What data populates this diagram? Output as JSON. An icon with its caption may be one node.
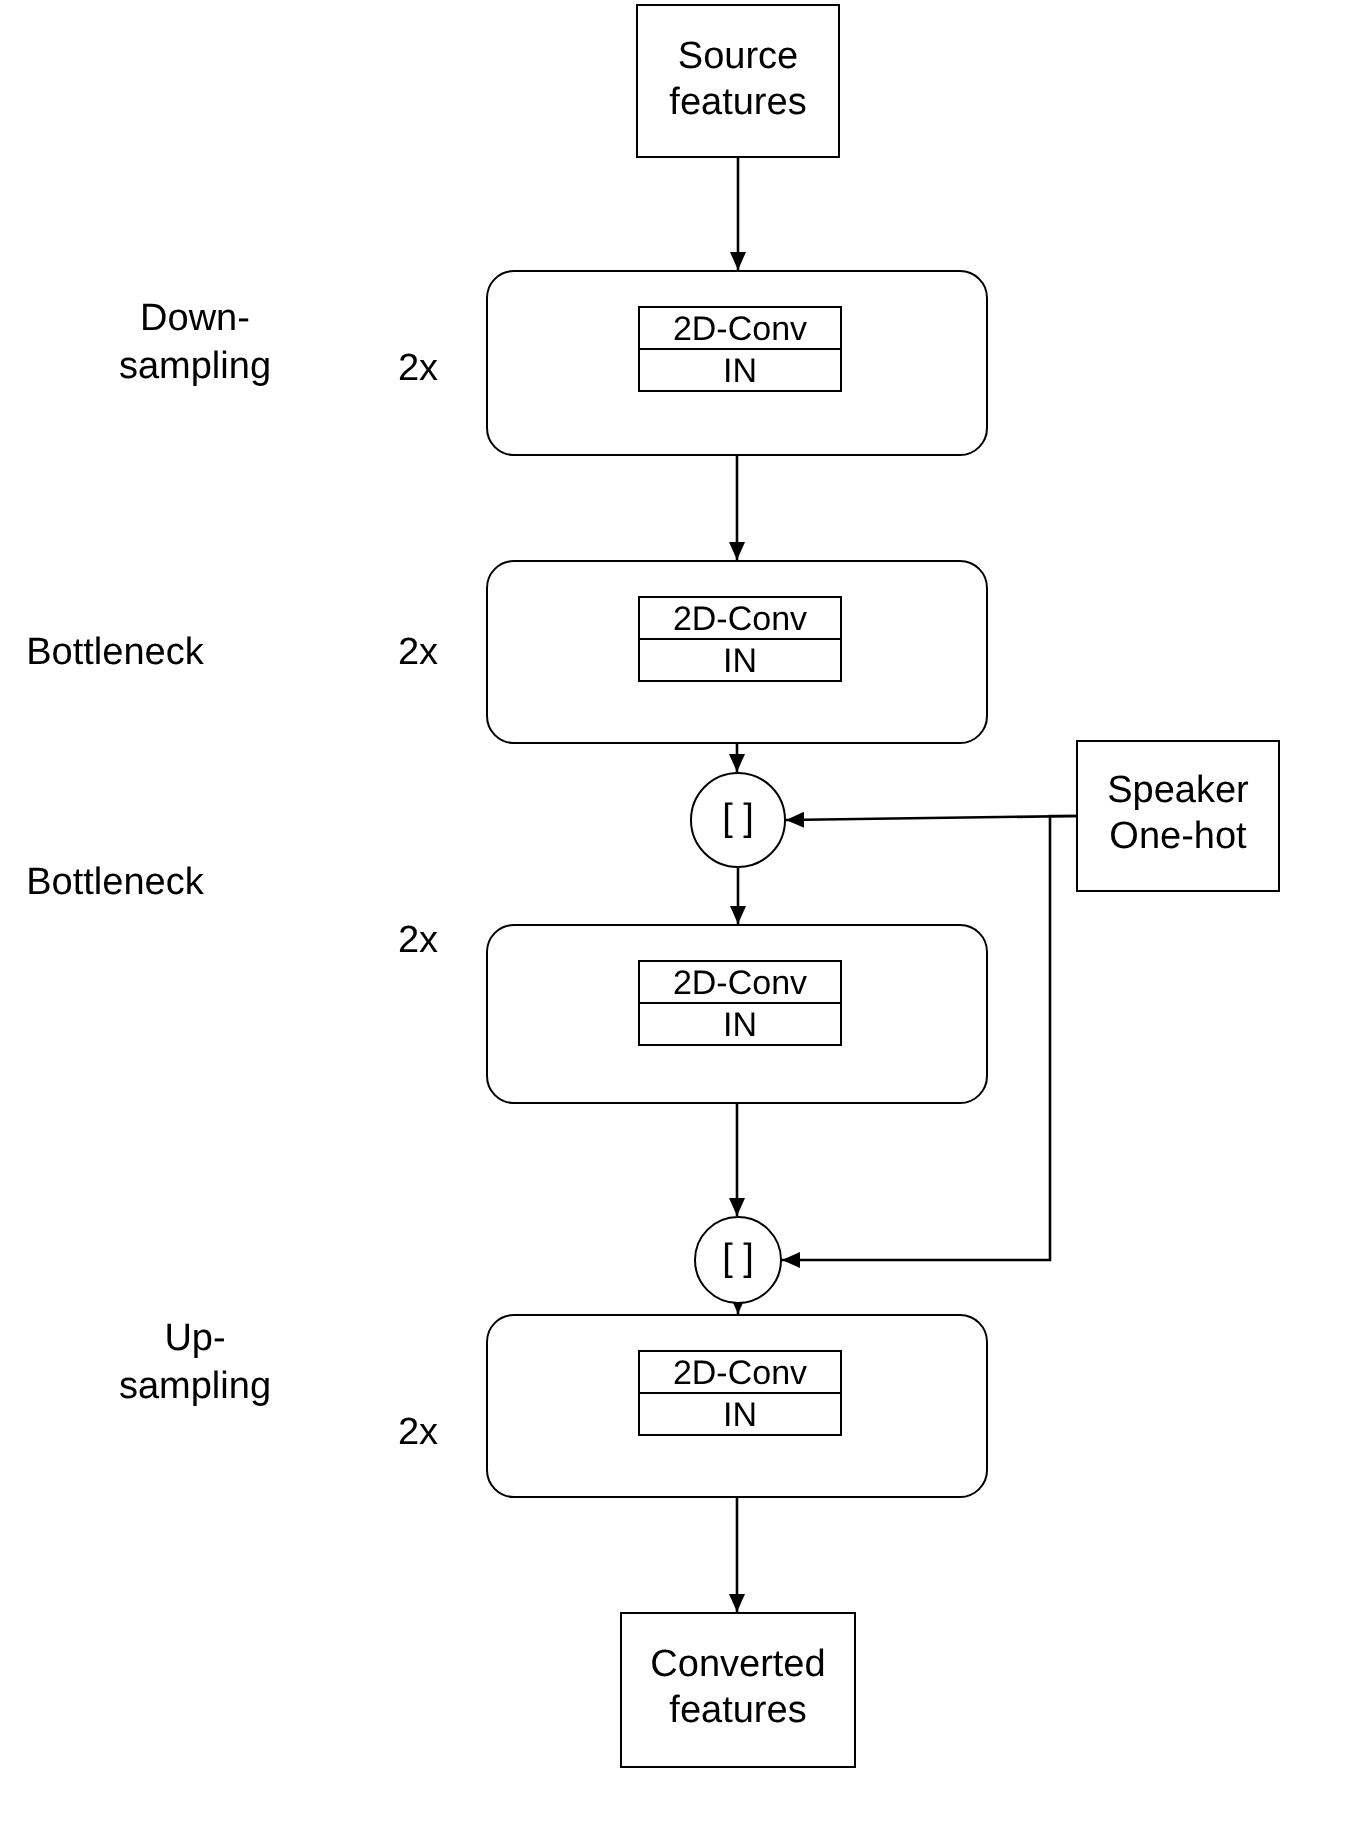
{
  "diagram": {
    "nodes": [
      {
        "text": [
          "Source features"
        ]
      },
      {
        "text": [],
        "shape": "box"
      },
      {
        "text": [
          "2D-Conv",
          "IN"
        ],
        "in": 1
      },
      {
        "text": [],
        "shape": "box"
      },
      {
        "text": [
          "2D-Conv",
          "IN"
        ],
        "in": 3
      },
      {
        "text": [
          "[ ]"
        ]
      },
      {
        "text": [
          "Speaker One-hot"
        ]
      },
      {
        "text": [],
        "shape": "box"
      },
      {
        "text": [
          "2D-Conv",
          "IN"
        ],
        "in": 7
      },
      {
        "text": [
          "[ ]"
        ]
      },
      {
        "text": [],
        "shape": "box"
      },
      {
        "text": [
          "2D-Conv",
          "IN"
        ],
        "in": 10
      },
      {
        "text": [
          "Converted features"
        ]
      }
    ],
    "edges": [
      {
        "from": 0,
        "to": 1,
        "arrow": "to"
      },
      {
        "from": 1,
        "to": 3,
        "arrow": "to"
      },
      {
        "from": 3,
        "to": 5,
        "arrow": "to"
      },
      {
        "from": 6,
        "to": 5,
        "arrow": "to"
      },
      {
        "from": 5,
        "to": 7,
        "arrow": "to"
      },
      {
        "from": 7,
        "to": 9,
        "arrow": "to"
      },
      {
        "from": 6,
        "to": 9,
        "arrow": "to"
      },
      {
        "from": 9,
        "to": 10,
        "arrow": "to"
      },
      {
        "from": 10,
        "to": 12,
        "arrow": "to"
      }
    ],
    "labels": [
      "Down- sampling",
      "2x",
      "Bottleneck",
      "2x",
      "Bottleneck",
      "2x",
      "Up- sampling",
      "2x"
    ]
  }
}
